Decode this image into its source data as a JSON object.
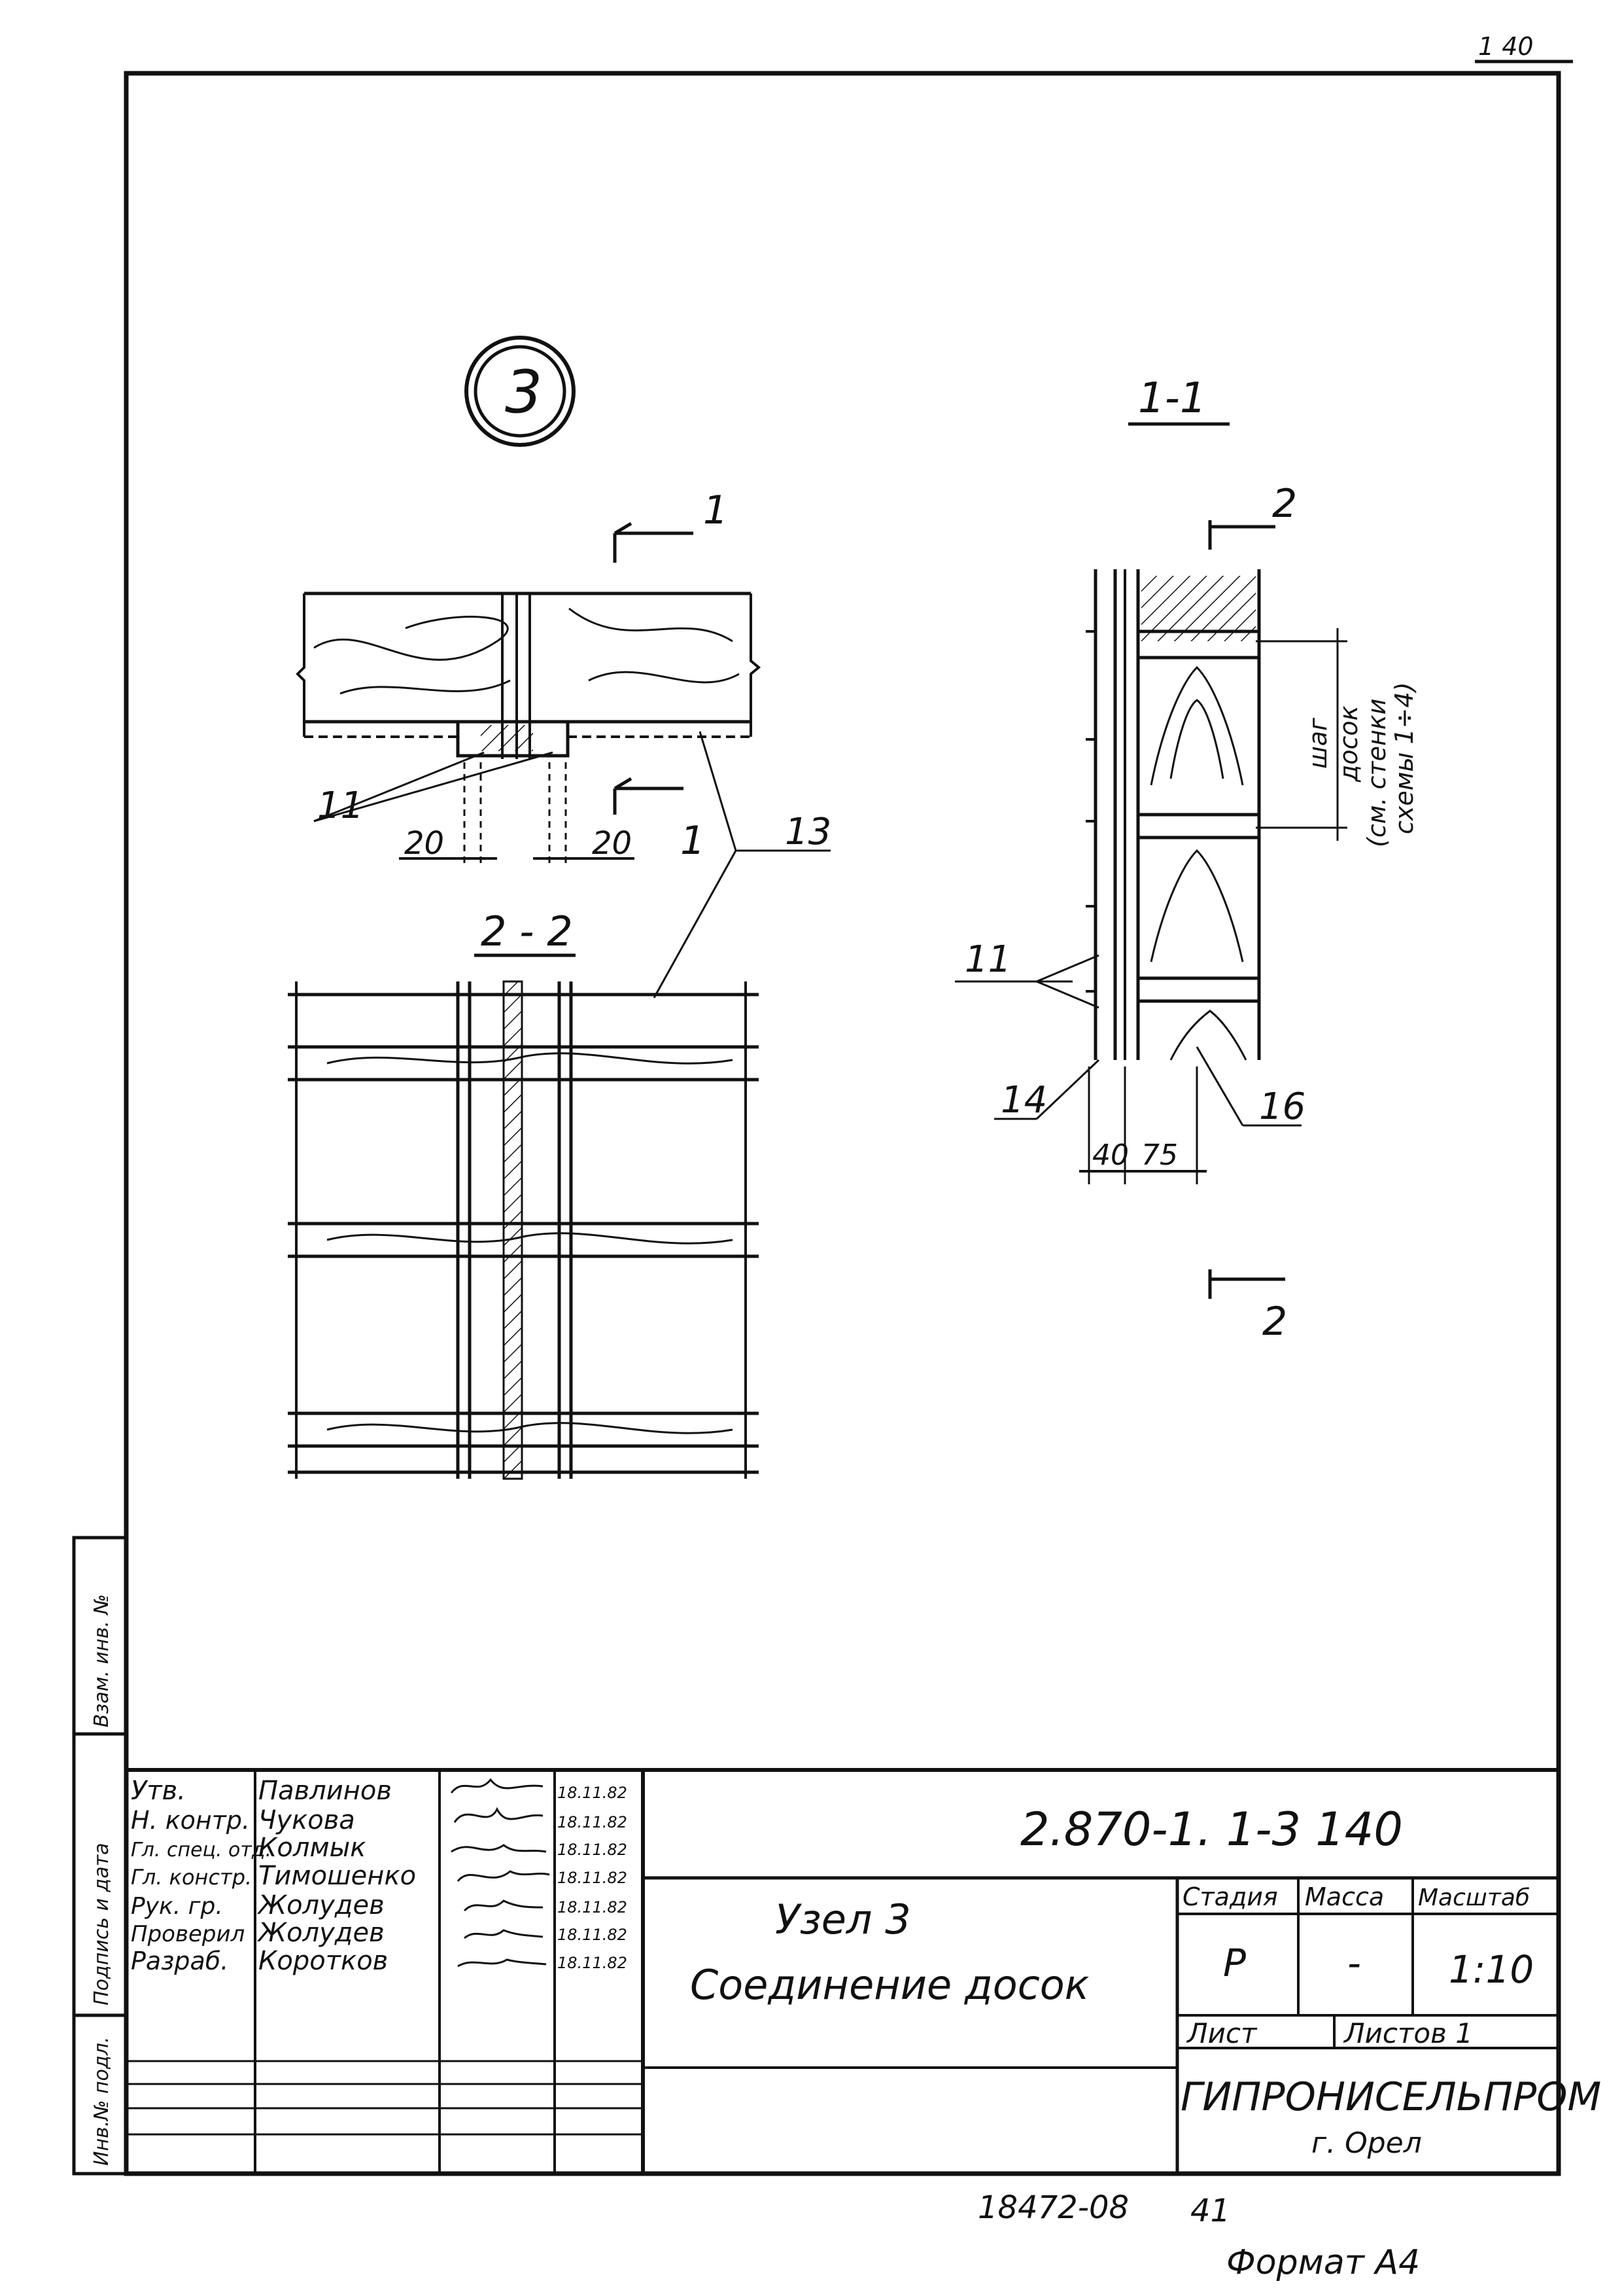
{
  "corner_mark": "1 40",
  "node_label": "3",
  "plan_view": {
    "cut_label_a": "1",
    "cut_label_b": "1",
    "dim_left": "20",
    "dim_right": "20",
    "callout_11": "11",
    "callout_13": "13"
  },
  "section_2_2": {
    "title": "2 - 2"
  },
  "section_1_1": {
    "title": "1-1",
    "cut_label_top": "2",
    "cut_label_bottom": "2",
    "step_note_line1": "шаг",
    "step_note_line2": "досок",
    "step_note_line3": "(см. стенки",
    "step_note_line4": "схемы 1÷4)",
    "callout_11": "11",
    "callout_14": "14",
    "callout_16": "16",
    "dim_40": "40",
    "dim_75": "75"
  },
  "side_stamp": {
    "inv_orig": "Инв.№ подл.",
    "sign_date": "Подпись и дата",
    "replace_inv": "Взам. инв. №"
  },
  "title_block": {
    "document_code": "2.870-1. 1-3 140",
    "drawing_title_line1": "Узел 3",
    "drawing_title_line2": "Соединение досок",
    "signatures": [
      {
        "role": "Утв.",
        "name": "Павлинов",
        "date": "18.11.82"
      },
      {
        "role": "Н. контр.",
        "name": "Чукова",
        "date": "18.11.82"
      },
      {
        "role": "Гл. спец. отд.",
        "name": "Колмык",
        "date": "18.11.82"
      },
      {
        "role": "Гл. констр.",
        "name": "Тимошенко",
        "date": "18.11.82"
      },
      {
        "role": "Рук. гр.",
        "name": "Жолудев",
        "date": "18.11.82"
      },
      {
        "role": "Проверил",
        "name": "Жолудев",
        "date": "18.11.82"
      },
      {
        "role": "Разраб.",
        "name": "Коротков",
        "date": "18.11.82"
      }
    ],
    "stage_header": "Стадия",
    "mass_header": "Масса",
    "scale_header": "Масштаб",
    "stage_value": "Р",
    "mass_value": "-",
    "scale_value": "1:10",
    "sheet_label": "Лист",
    "sheets_label": "Листов 1",
    "organization": "ГИПРОНИСЕЛЬПРОМ",
    "city": "г. Орел"
  },
  "footer": {
    "archive_number": "18472-08",
    "page_number": "41",
    "format": "Формат А4"
  }
}
